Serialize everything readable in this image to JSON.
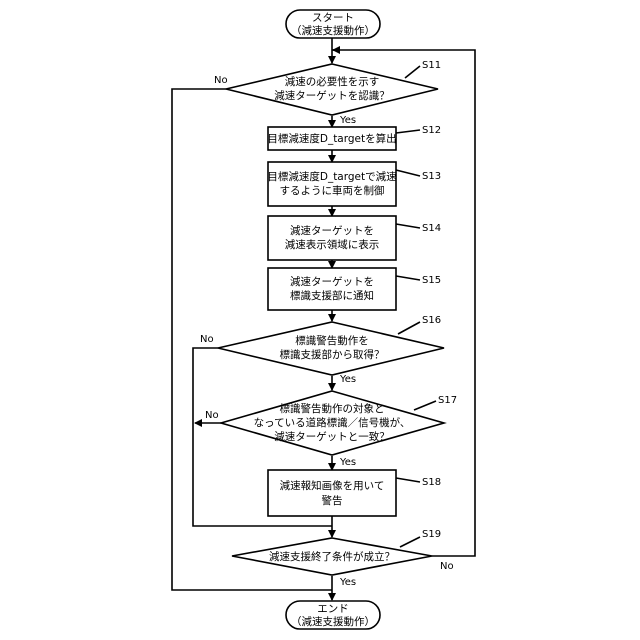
{
  "start": {
    "line1": "スタート",
    "line2": "（減速支援動作）"
  },
  "end": {
    "line1": "エンド",
    "line2": "（減速支援動作）"
  },
  "steps": {
    "s11": {
      "id": "S11",
      "line1": "減速の必要性を示す",
      "line2": "減速ターゲットを認識？"
    },
    "s12": {
      "id": "S12",
      "line1": "目標減速度D_targetを算出"
    },
    "s13": {
      "id": "S13",
      "line1": "目標減速度D_targetで減速",
      "line2": "するように車両を制御"
    },
    "s14": {
      "id": "S14",
      "line1": "減速ターゲットを",
      "line2": "減速表示領域に表示"
    },
    "s15": {
      "id": "S15",
      "line1": "減速ターゲットを",
      "line2": "標識支援部に通知"
    },
    "s16": {
      "id": "S16",
      "line1": "標識警告動作を",
      "line2": "標識支援部から取得？"
    },
    "s17": {
      "id": "S17",
      "line1": "標識警告動作の対象と",
      "line2": "なっている道路標識／信号機が、",
      "line3": "減速ターゲットと一致？"
    },
    "s18": {
      "id": "S18",
      "line1": "減速報知画像を用いて",
      "line2": "警告"
    },
    "s19": {
      "id": "S19",
      "line1": "減速支援終了条件が成立？"
    }
  },
  "branch_labels": {
    "yes": "Yes",
    "no": "No"
  }
}
